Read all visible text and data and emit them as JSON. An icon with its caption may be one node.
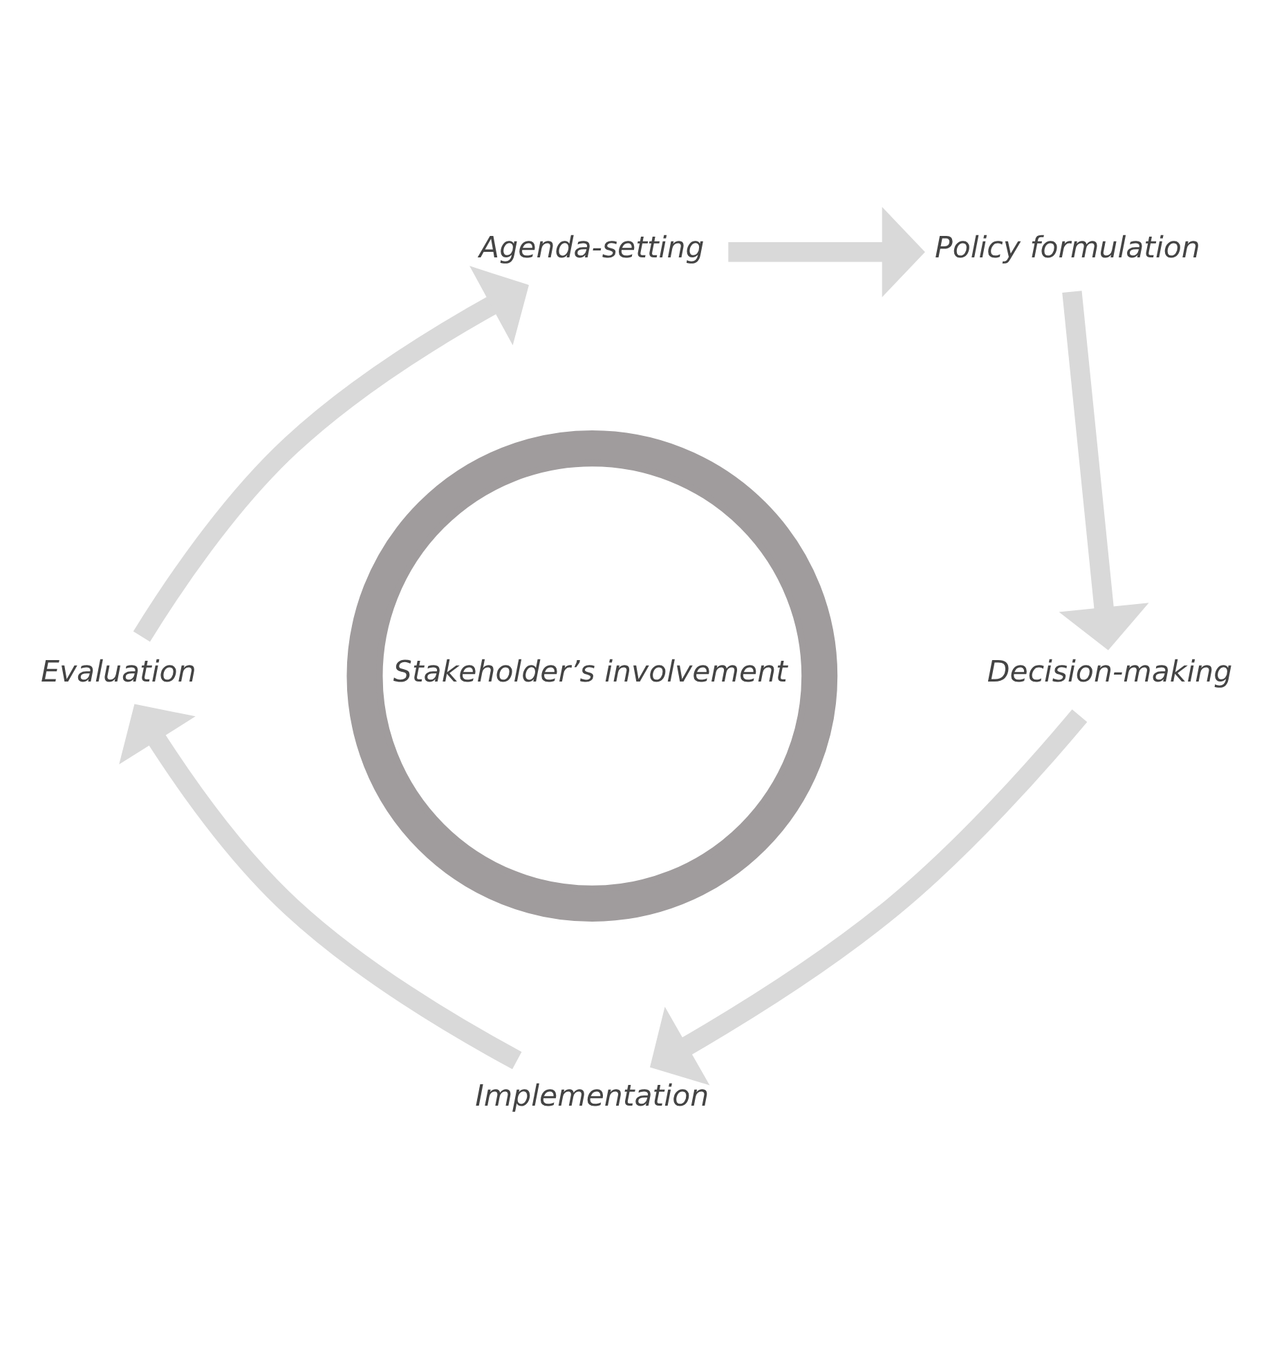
{
  "diagram": {
    "nodes": [
      {
        "text": [
          "Agenda-setting"
        ]
      },
      {
        "text": [
          "Policy formulation"
        ]
      },
      {
        "text": [
          "Decision-making"
        ]
      },
      {
        "text": [
          "Implementation"
        ]
      },
      {
        "text": [
          "Evaluation"
        ]
      },
      {
        "text": [
          "Stakeholder’s involvement"
        ]
      }
    ],
    "edges": [
      {
        "from": 0,
        "to": 1,
        "arrow": "to"
      },
      {
        "from": 1,
        "to": 2,
        "arrow": "to"
      },
      {
        "from": 2,
        "to": 3,
        "arrow": "to"
      },
      {
        "from": 3,
        "to": 4,
        "arrow": "to"
      },
      {
        "from": 4,
        "to": 0,
        "arrow": "to"
      }
    ]
  }
}
